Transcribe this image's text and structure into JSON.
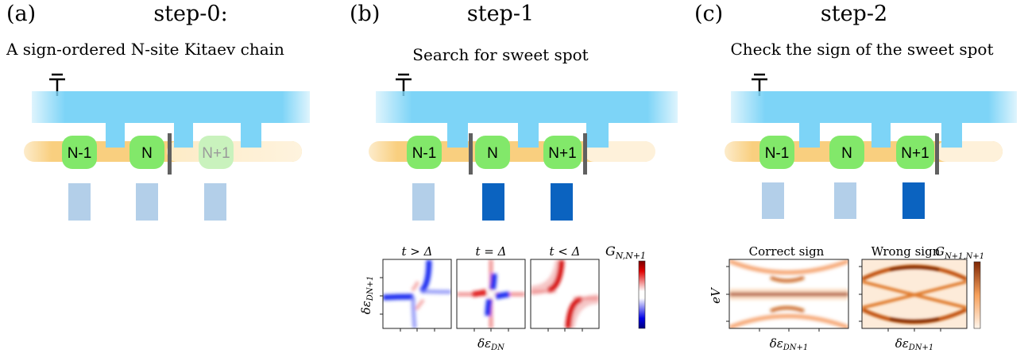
{
  "panels": [
    {
      "letter": "(a)",
      "title": "step-0:",
      "subtitle": "A sign-ordered N-site Kitaev chain",
      "dots": [
        "N-1",
        "N",
        "N+1"
      ],
      "sensor_states": [
        "light",
        "light",
        "light"
      ],
      "dot_faded": [
        false,
        false,
        true
      ]
    },
    {
      "letter": "(b)",
      "title": "step-1",
      "subtitle": "Search for sweet spot",
      "dots": [
        "N-1",
        "N",
        "N+1"
      ],
      "sensor_states": [
        "light",
        "dark",
        "dark"
      ],
      "dot_faded": [
        false,
        false,
        false
      ]
    },
    {
      "letter": "(c)",
      "title": "step-2",
      "subtitle": "Check the sign of the sweet spot",
      "dots": [
        "N-1",
        "N",
        "N+1"
      ],
      "sensor_states": [
        "light",
        "light",
        "dark"
      ],
      "dot_faded": [
        false,
        false,
        false
      ]
    }
  ],
  "inset_b": {
    "subplot_titles": [
      "t > Δ",
      "t = Δ",
      "t < Δ"
    ],
    "colorbar_label": "G_{N,N+1}",
    "ylabel": "δε_{DN+1}",
    "xlabel": "δε_{DN}",
    "colormap": "bwr"
  },
  "inset_c": {
    "subplot_titles": [
      "Correct sign",
      "Wrong sign"
    ],
    "colorbar_label": "G_{N+1,N+1}",
    "ylabel": "eV",
    "xlabels": [
      "δε_{DN+1}",
      "δε_{DN+1}"
    ],
    "colormap": "oranges"
  },
  "colors": {
    "lead_blue": "#7dd4f7",
    "wire_orange": "#f9cf7f",
    "dot_green": "#82e86a",
    "sensor_light": "#b3cfe9",
    "sensor_dark": "#0b63c0",
    "divider_gray": "#606060",
    "red": "#c00000",
    "blue": "#0000c8",
    "orange_dark": "#b84200"
  }
}
